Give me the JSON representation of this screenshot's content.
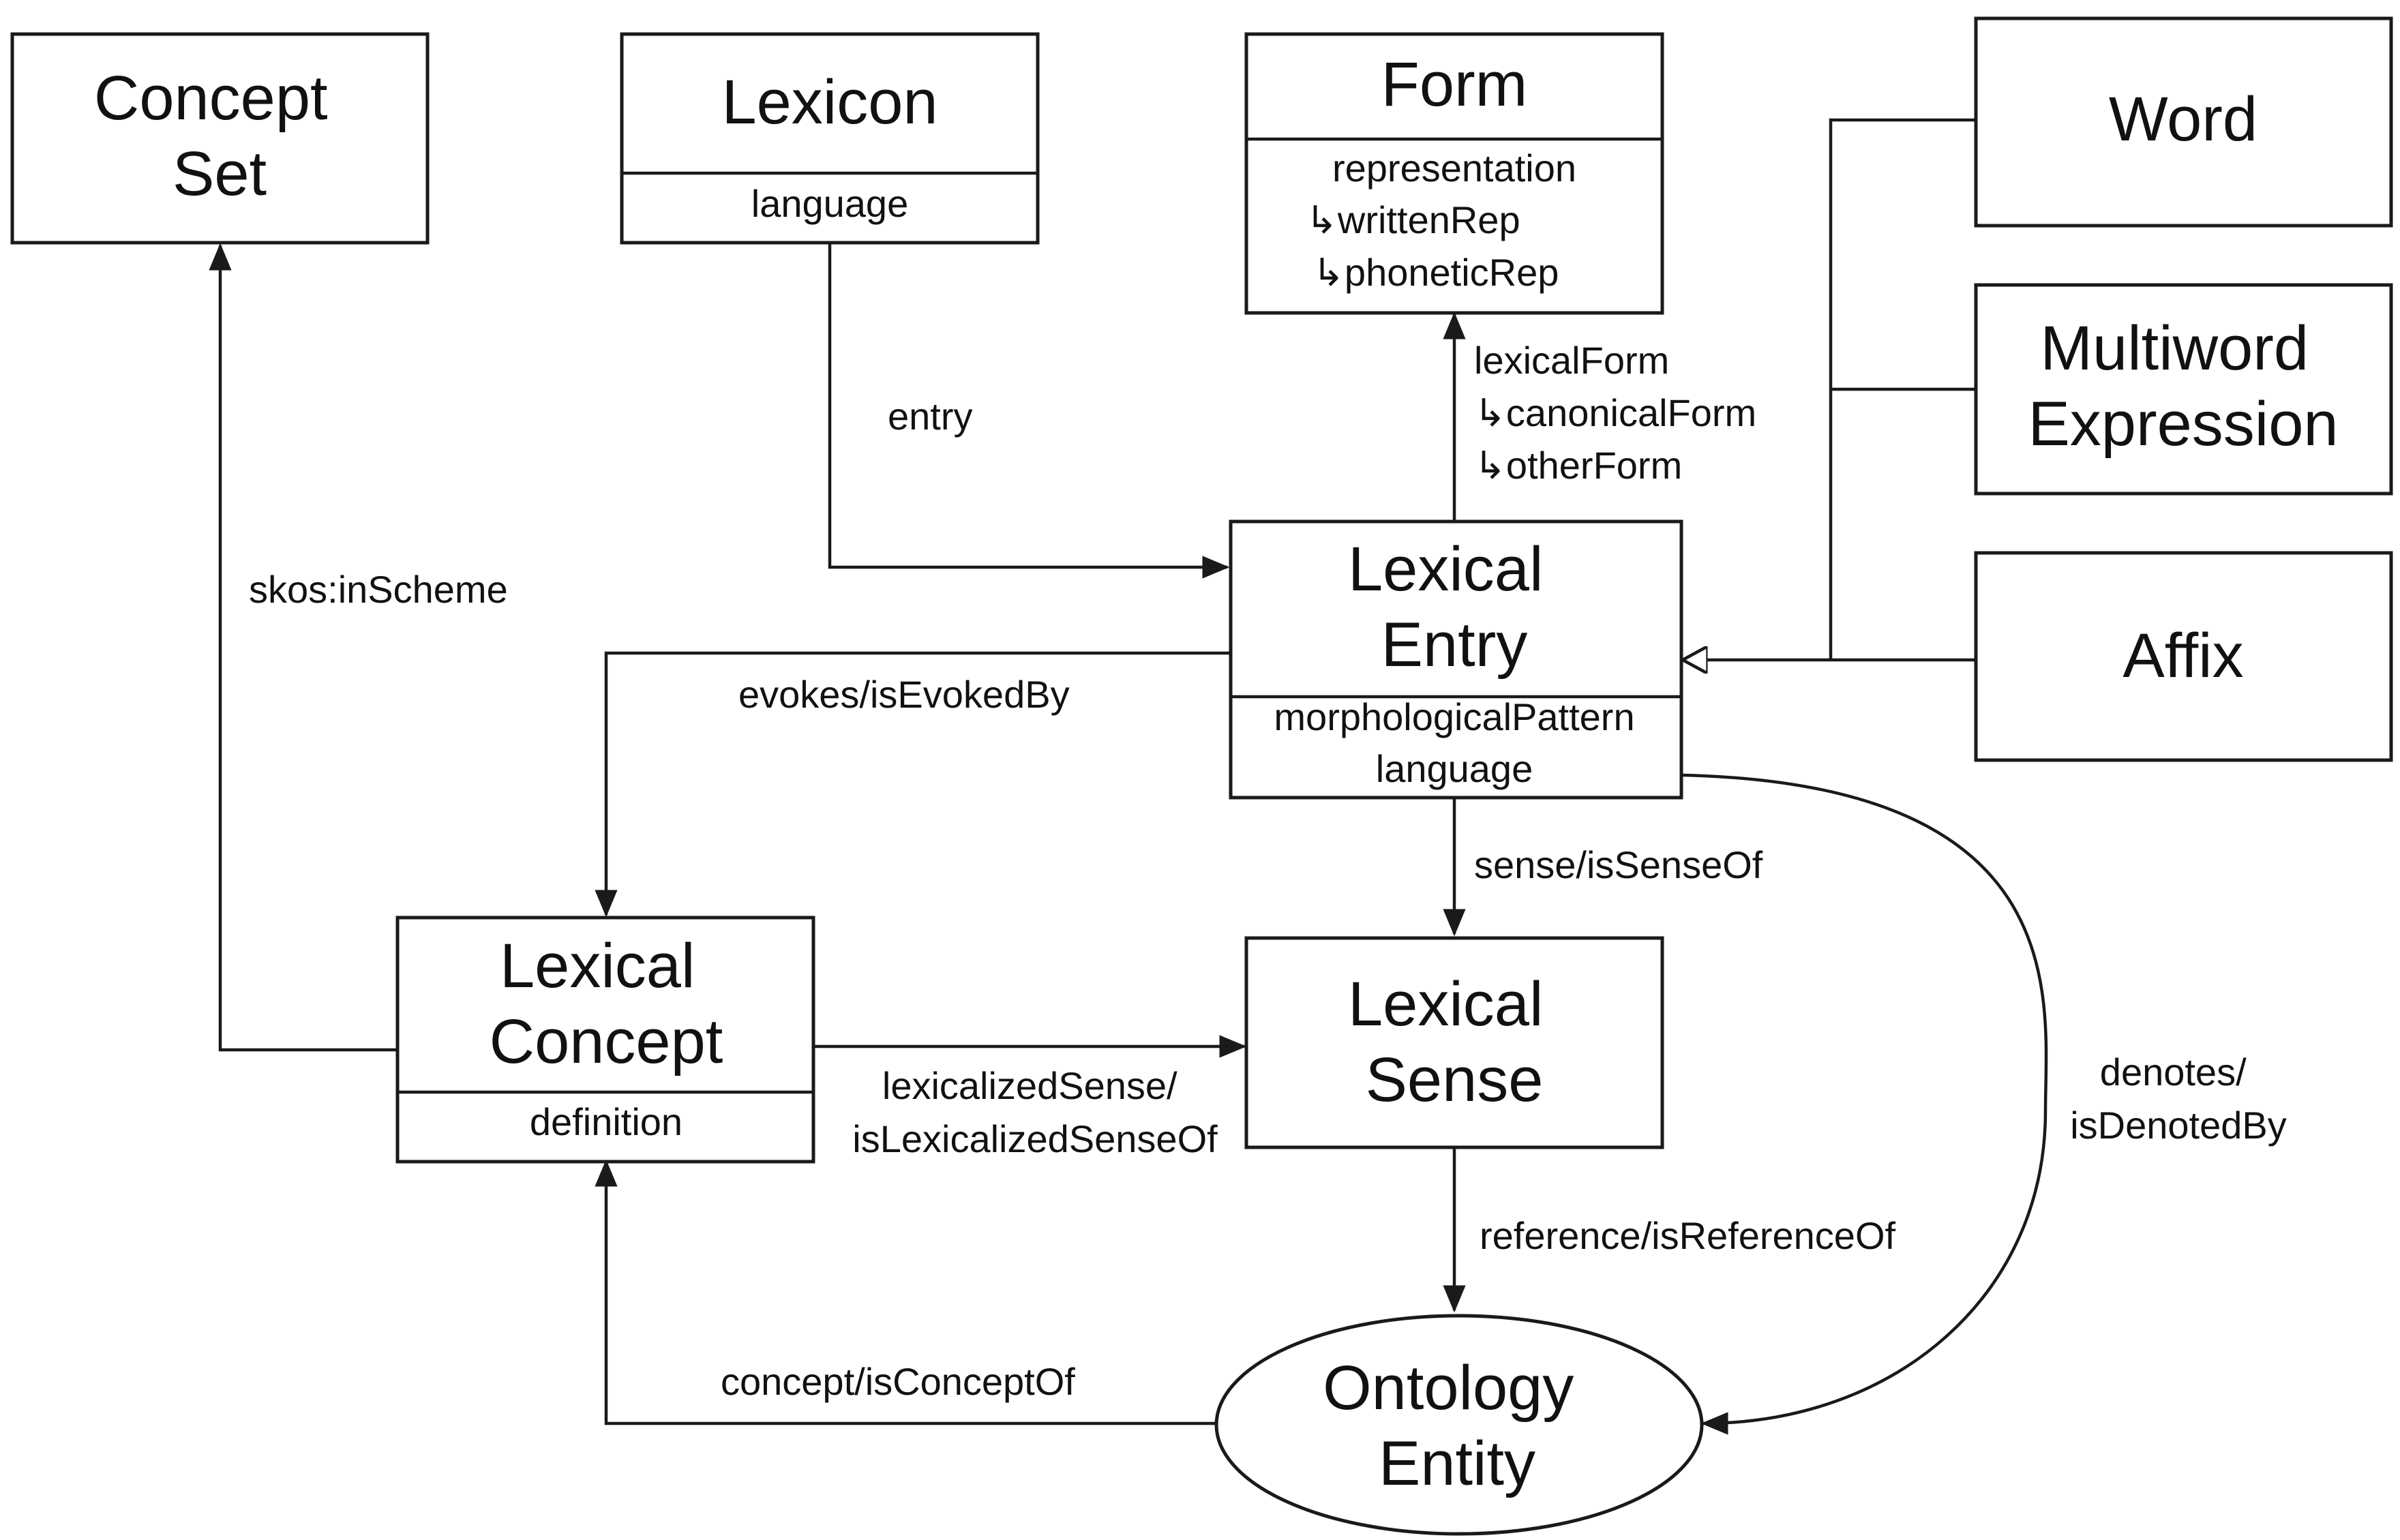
{
  "nodes": {
    "concept_set": {
      "title": [
        "Concept",
        "Set"
      ]
    },
    "lexicon": {
      "title": [
        "Lexicon"
      ],
      "attributes": [
        "language"
      ]
    },
    "form": {
      "title": [
        "Form"
      ],
      "attributes": [
        "representation",
        "↳writtenRep",
        "↳phoneticRep"
      ]
    },
    "word": {
      "title": [
        "Word"
      ]
    },
    "multiword_expression": {
      "title": [
        "Multiword",
        "Expression"
      ]
    },
    "affix": {
      "title": [
        "Affix"
      ]
    },
    "lexical_entry": {
      "title": [
        "Lexical",
        "Entry"
      ],
      "attributes": [
        "morphologicalPattern",
        "language"
      ]
    },
    "lexical_concept": {
      "title": [
        "Lexical",
        "Concept"
      ],
      "attributes": [
        "definition"
      ]
    },
    "lexical_sense": {
      "title": [
        "Lexical",
        "Sense"
      ]
    },
    "ontology_entity": {
      "title": [
        "Ontology",
        "Entity"
      ]
    }
  },
  "edges": {
    "entry": [
      "entry"
    ],
    "lexical_form": [
      "lexicalForm",
      "↳canonicalForm",
      "↳otherForm"
    ],
    "in_scheme": [
      "skos:inScheme"
    ],
    "evokes": [
      "evokes/isEvokedBy"
    ],
    "sense": [
      "sense/isSenseOf"
    ],
    "lexicalized_sense": [
      "lexicalizedSense/",
      "isLexicalizedSenseOf"
    ],
    "denotes": [
      "denotes/",
      "isDenotedBy"
    ],
    "reference": [
      "reference/isReferenceOf"
    ],
    "concept": [
      "concept/isConceptOf"
    ]
  }
}
